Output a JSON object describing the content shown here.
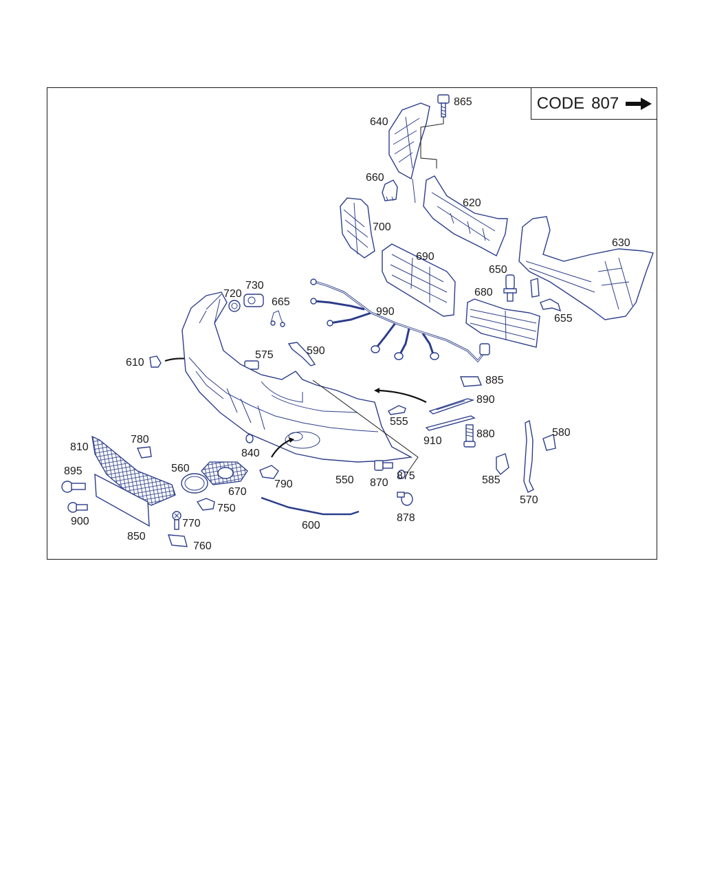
{
  "code_box": {
    "label": "CODE",
    "number": "807",
    "arrow_icon": "right-arrow-icon"
  },
  "colors": {
    "line_art": "#2b3d8a",
    "text": "#1a1a1a"
  },
  "callouts": {
    "p865": "865",
    "p640": "640",
    "p660": "660",
    "p620": "620",
    "p700": "700",
    "p630": "630",
    "p690": "690",
    "p650": "650",
    "p720": "720",
    "p730": "730",
    "p665": "665",
    "p680": "680",
    "p990": "990",
    "p655": "655",
    "p575": "575",
    "p590": "590",
    "p610": "610",
    "p885": "885",
    "p890": "890",
    "p555": "555",
    "p880": "880",
    "p910": "910",
    "p580": "580",
    "p780": "780",
    "p810": "810",
    "p840": "840",
    "p560": "560",
    "p895": "895",
    "p670": "670",
    "p790": "790",
    "p550": "550",
    "p870": "870",
    "p875": "875",
    "p585": "585",
    "p750": "750",
    "p570": "570",
    "p900": "900",
    "p770": "770",
    "p600": "600",
    "p878": "878",
    "p850": "850",
    "p760": "760"
  }
}
